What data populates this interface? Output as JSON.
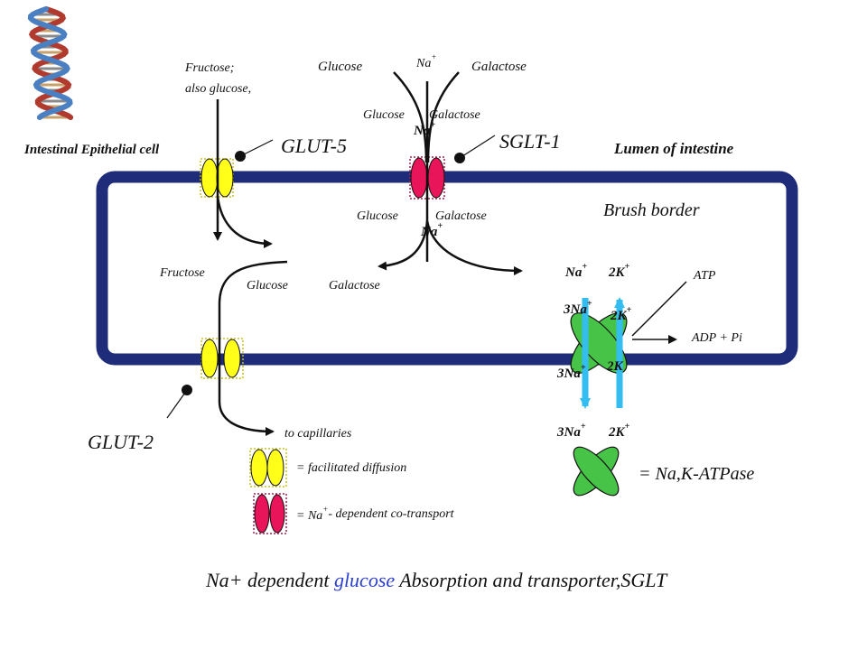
{
  "labels": {
    "fructose_also_glucose_1": "Fructose;",
    "fructose_also_glucose_2": "also glucose,",
    "glucose_top": "Glucose",
    "na_top": "Na",
    "na_top_sup": "+",
    "galactose_top": "Galactose",
    "glucose_mid": "Glucose",
    "galactose_mid": "Galactose",
    "na_mid": "Na",
    "na_mid_sup": "+",
    "epithelial_cell": "Intestinal Epithelial cell",
    "glut5": "GLUT-5",
    "sglt1": "SGLT-1",
    "lumen": "Lumen of intestine",
    "brush_border": "Brush border",
    "glucose_inner": "Glucose",
    "galactose_inner": "Galactose",
    "na_inner": "Na",
    "na_inner_sup": "+",
    "fructose_out": "Fructose",
    "glucose_out": "Glucose",
    "galactose_out": "Galactose",
    "na_pump_top": "Na",
    "na_pump_top_sup": "+",
    "k_pump_top": "2K",
    "k_pump_top_sup": "+",
    "atp": "ATP",
    "na3_upper": "3Na",
    "na3_upper_sup": "+",
    "k2_upper": "2K",
    "k2_upper_sup": "+",
    "adp_pi": "ADP + Pi",
    "na3_lower": "3Na",
    "na3_lower_sup": "+",
    "k2_lower": "2K",
    "na3_bottom": "3Na",
    "na3_bottom_sup": "+",
    "k2_bottom": "2K",
    "k2_bottom_sup": "+",
    "to_capillaries": "to capillaries",
    "glut2": "GLUT-2",
    "legend_facilitated": "= facilitated diffusion",
    "legend_na_dep_prefix": "= Na",
    "legend_na_dep_sup": "+",
    "legend_na_dep_suffix": "- dependent co-transport",
    "legend_atpase": "= Na,K-ATPase",
    "title_before": "Na+ dependent ",
    "title_highlight": "glucose",
    "title_after": " Absorption and transporter,SGLT"
  },
  "colors": {
    "membrane": "#1f2c7a",
    "facilitated_transporter": "#ffff1a",
    "cotransporter": "#e8155a",
    "atpase": "#47c447",
    "ion_arrow": "#33bdf0",
    "title_highlight": "#2b3fcf",
    "dna_strand_1": "#b03a2e",
    "dna_strand_2": "#4a7fc1"
  },
  "icons": {
    "dna": "dna-helix-icon",
    "atpase": "na-k-atpase-icon"
  }
}
